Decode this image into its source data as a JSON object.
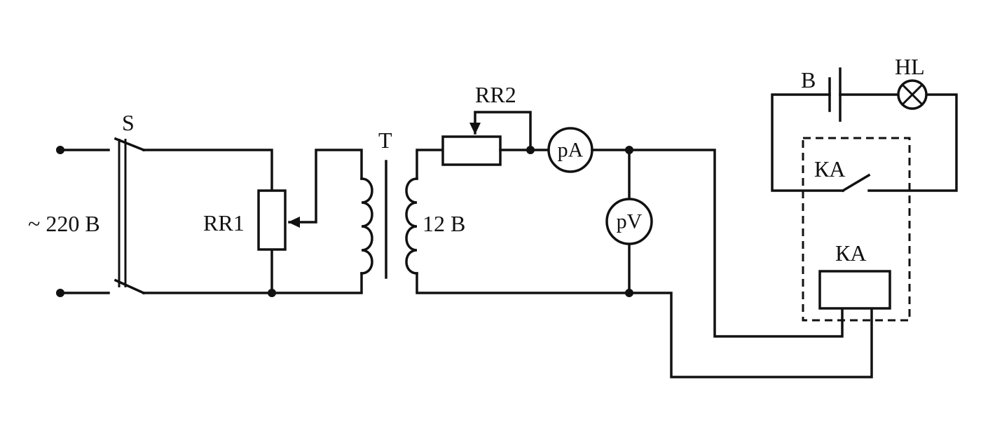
{
  "labels": {
    "supply": "~ 220 В",
    "switch": "S",
    "rheostat1": "RR1",
    "transformer": "T",
    "secondary_voltage": "12 В",
    "rheostat2": "RR2",
    "ammeter": "pA",
    "voltmeter": "pV",
    "battery": "В",
    "lamp": "HL",
    "relay_contact": "КА",
    "relay_coil": "КА"
  }
}
